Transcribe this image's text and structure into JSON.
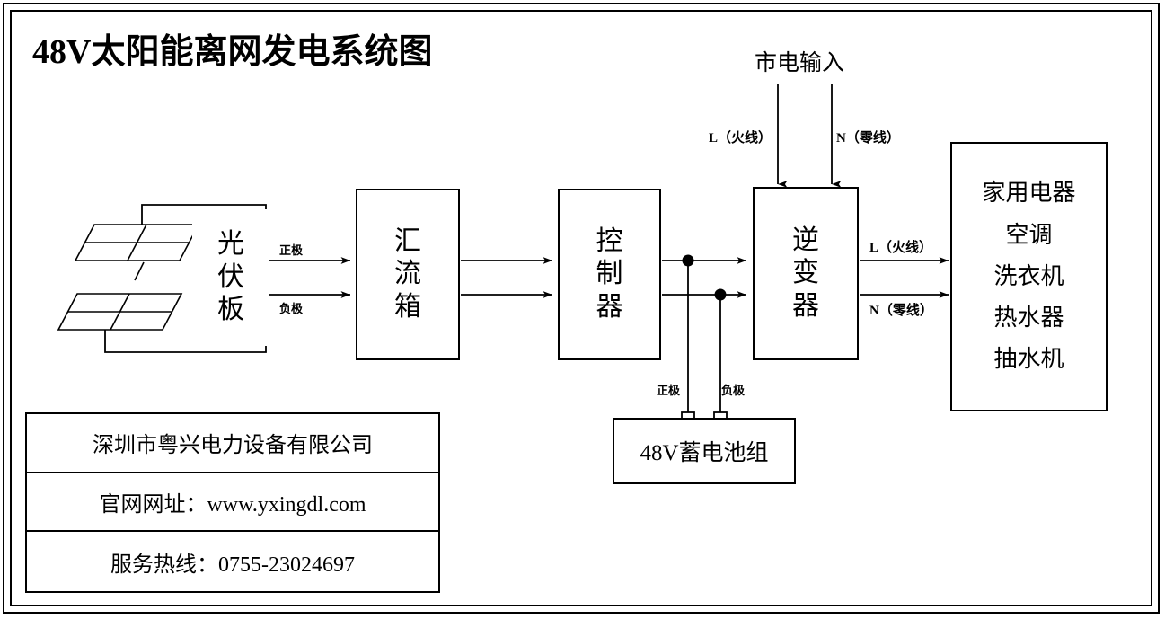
{
  "diagram": {
    "title": "48V太阳能离网发电系统图",
    "blocks": {
      "pv_panel": "光伏板",
      "combiner_box": "汇流箱",
      "controller": "控制器",
      "inverter": "逆变器",
      "battery": "48V蓄电池组",
      "appliances": [
        "家用电器",
        "空调",
        "洗衣机",
        "热水器",
        "抽水机"
      ]
    },
    "labels": {
      "pv_positive": "正极",
      "pv_negative": "负极",
      "batt_positive": "正极",
      "batt_negative": "负极",
      "mains_input": "市电输入",
      "mains_live": "L（火线）",
      "mains_neutral": "N（零线）",
      "out_live": "L（火线）",
      "out_neutral": "N（零线）"
    },
    "info": {
      "company": "深圳市粤兴电力设备有限公司",
      "website": "官网网址：www.yxingdl.com",
      "hotline": "服务热线：0755-23024697"
    },
    "colors": {
      "line": "#000000",
      "background": "#ffffff"
    }
  }
}
